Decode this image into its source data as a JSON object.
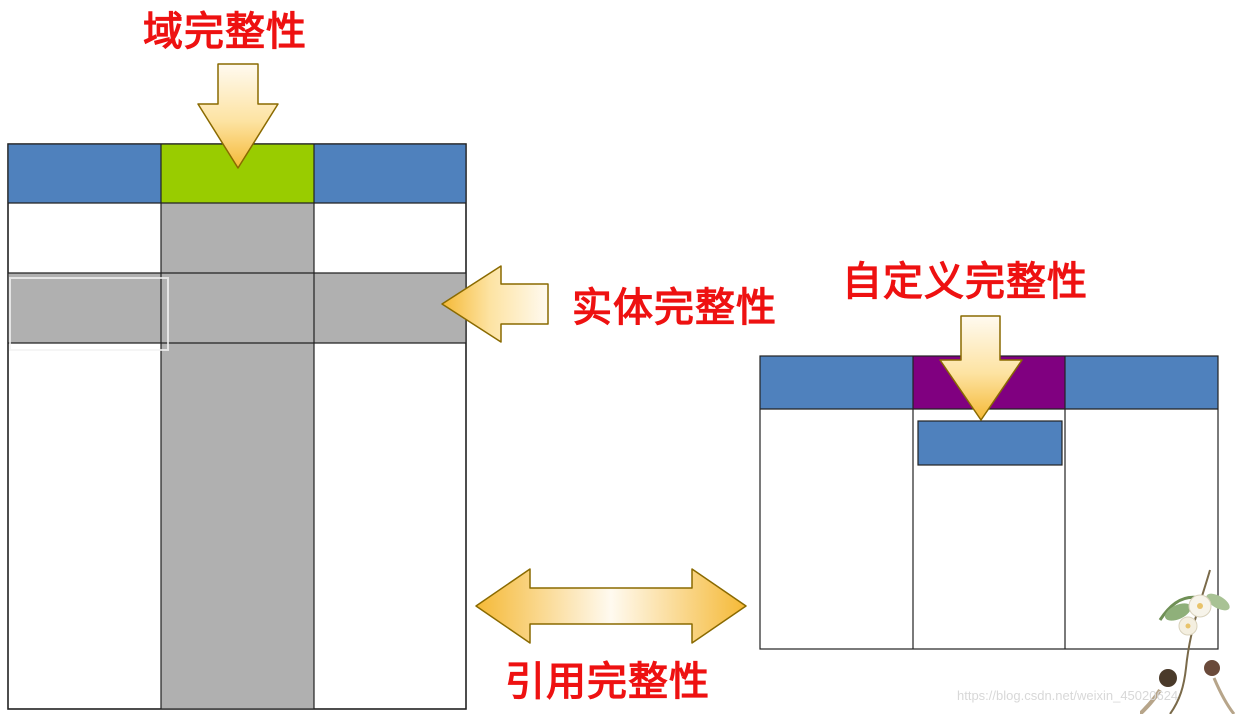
{
  "labels": {
    "domain_integrity": "域完整性",
    "entity_integrity": "实体完整性",
    "custom_integrity": "自定义完整性",
    "referential_integrity": "引用完整性"
  },
  "colors": {
    "header_blue": "#4f81bd",
    "domain_green": "#99cc00",
    "custom_purple": "#800080",
    "highlight_gray": "#b0b0b0",
    "label_red": "#ee1111",
    "arrow_orange": "#f5b936",
    "arrow_light": "#fff8e6"
  },
  "watermark": "https://blog.csdn.net/weixin_45020624",
  "icons": {
    "down_arrow": "block-arrow-down",
    "left_arrow": "block-arrow-left",
    "double_arrow": "block-arrow-left-right",
    "decoration": "flower-branch-ornament"
  }
}
